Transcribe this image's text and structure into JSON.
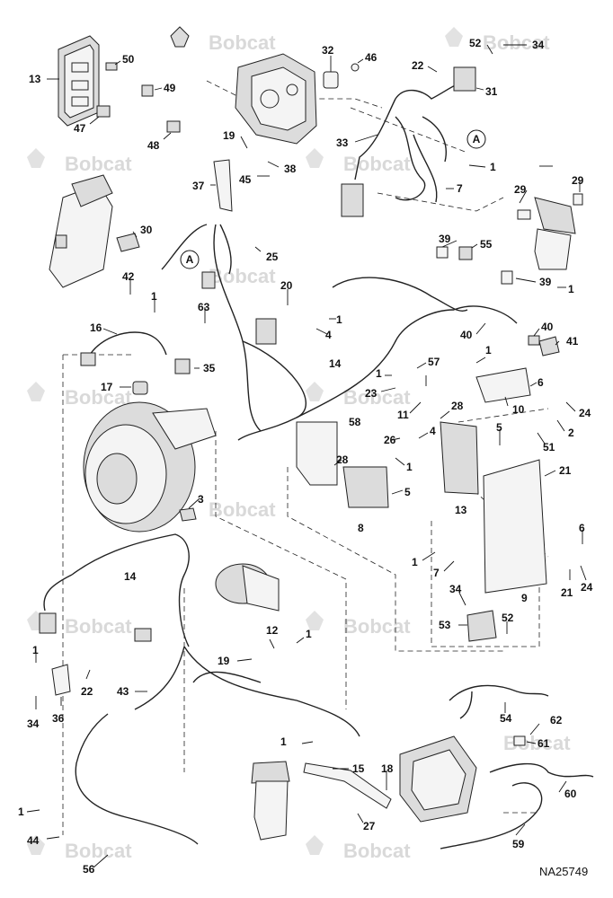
{
  "brand": {
    "watermark": "Bobcat"
  },
  "figure_id": "NA25749",
  "callouts": {
    "A": "A"
  },
  "parts": {
    "p1": "1",
    "p2": "2",
    "p3": "3",
    "p4": "4",
    "p5": "5",
    "p6": "6",
    "p7": "7",
    "p8": "8",
    "p9": "9",
    "p10": "10",
    "p11": "11",
    "p12": "12",
    "p13": "13",
    "p14": "14",
    "p15": "15",
    "p16": "16",
    "p17": "17",
    "p18": "18",
    "p19": "19",
    "p20": "20",
    "p21": "21",
    "p22": "22",
    "p23": "23",
    "p24": "24",
    "p25": "25",
    "p26": "26",
    "p27": "27",
    "p28": "28",
    "p29": "29",
    "p30": "30",
    "p31": "31",
    "p32": "32",
    "p33": "33",
    "p34": "34",
    "p35": "35",
    "p36": "36",
    "p37": "37",
    "p38": "38",
    "p39": "39",
    "p40": "40",
    "p41": "41",
    "p42": "42",
    "p43": "43",
    "p44": "44",
    "p45": "45",
    "p46": "46",
    "p47": "47",
    "p48": "48",
    "p49": "49",
    "p50": "50",
    "p51": "51",
    "p52": "52",
    "p53": "53",
    "p54": "54",
    "p55": "55",
    "p56": "56",
    "p57": "57",
    "p58": "58",
    "p59": "59",
    "p60": "60",
    "p61": "61",
    "p62": "62",
    "p63": "63"
  }
}
